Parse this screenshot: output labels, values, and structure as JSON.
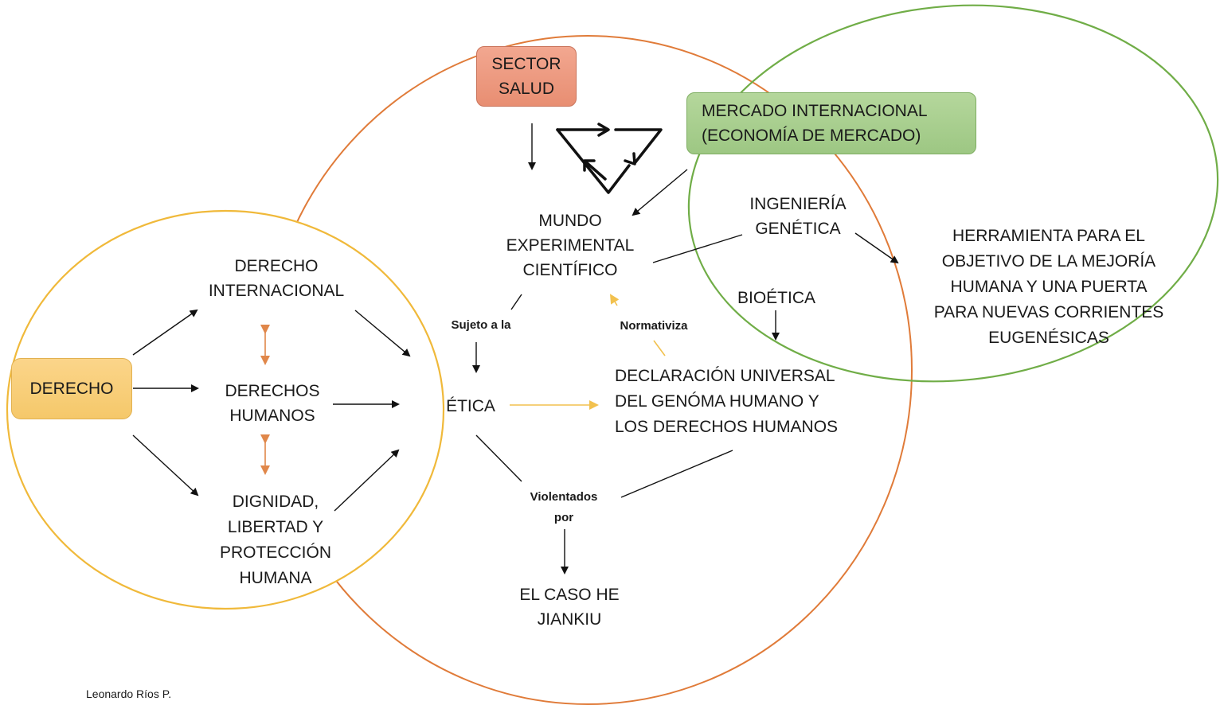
{
  "nodes": {
    "sector_salud": [
      "SECTOR",
      "SALUD"
    ],
    "mercado": [
      "MERCADO INTERNACIONAL",
      "(ECONOMÍA DE MERCADO)"
    ],
    "mundo": [
      "MUNDO",
      "EXPERIMENTAL",
      "CIENTÍFICO"
    ],
    "ingenieria": [
      "INGENIERÍA",
      "GENÉTICA"
    ],
    "herramienta": [
      "HERRAMIENTA PARA EL",
      "OBJETIVO DE LA MEJORÍA",
      "HUMANA Y UNA PUERTA",
      "PARA NUEVAS CORRIENTES",
      "EUGENÉSICAS"
    ],
    "bioetica": "BIOÉTICA",
    "declaracion": [
      "DECLARACIÓN UNIVERSAL",
      "DEL GENÓMA HUMANO Y",
      "LOS DERECHOS HUMANOS"
    ],
    "etica": "ÉTICA",
    "caso": [
      "EL CASO HE",
      "JIANKIU"
    ],
    "derecho": "DERECHO",
    "derecho_internacional": [
      "DERECHO",
      "INTERNACIONAL"
    ],
    "derechos_humanos": [
      "DERECHOS",
      "HUMANOS"
    ],
    "dignidad": [
      "DIGNIDAD,",
      "LIBERTAD Y",
      "PROTECCIÓN",
      "HUMANA"
    ]
  },
  "edge_labels": {
    "sujeto": "Sujeto a la",
    "normativiza": "Normativiza",
    "violentados": [
      "Violentados",
      "por"
    ]
  },
  "credit": "Leonardo Ríos P.",
  "colors": {
    "orange_circle": "#e07b39",
    "green_circle": "#70ad47",
    "yellow_circle": "#f0b93a",
    "yellow_arrow": "#f2c14e",
    "orange_arrow": "#e0874a",
    "sector_fill": "#ee9a7e",
    "mercado_fill": "#a9d08e",
    "derecho_fill": "#f9d07a"
  },
  "icons": {
    "cycle": "cycle-triangle-icon"
  }
}
